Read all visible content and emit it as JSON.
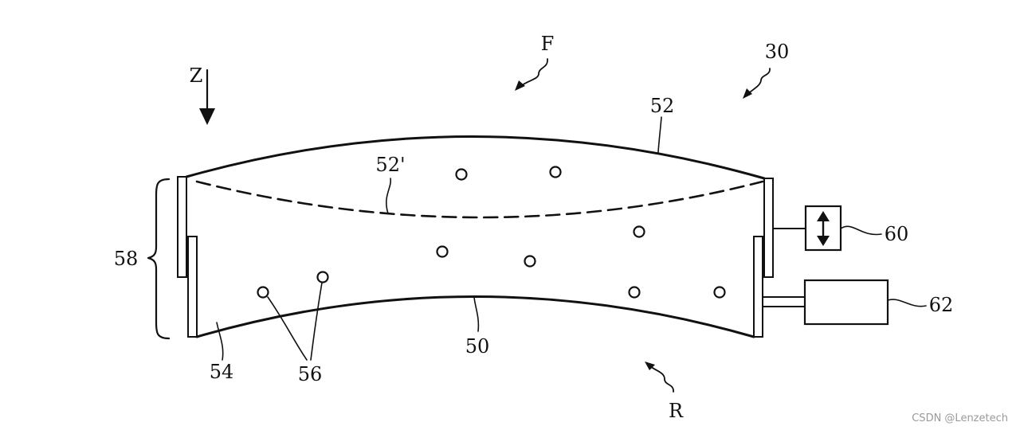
{
  "labels": {
    "ref_30": "30",
    "F": "F",
    "Z": "Z",
    "ref_52": "52",
    "ref_52_prime": "52'",
    "ref_58": "58",
    "ref_60": "60",
    "ref_62": "62",
    "ref_50": "50",
    "ref_54": "54",
    "ref_56": "56",
    "R": "R"
  },
  "watermark": "CSDN @Lenzetech"
}
